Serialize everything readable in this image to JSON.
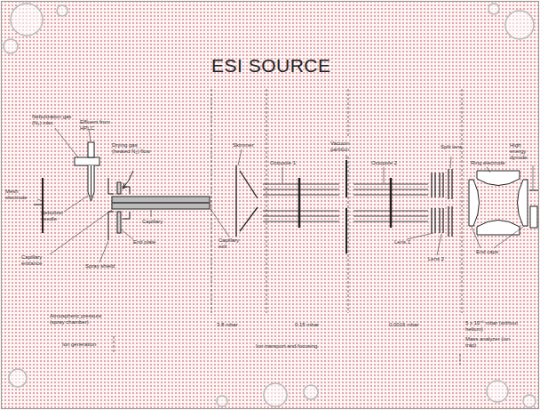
{
  "diagram": {
    "title": "ESI SOURCE",
    "labels": [
      "Nebulization gas (N₂) inlet",
      "Effluent from HPLC",
      "Drying gas (heated N₂) flow",
      "Mesh electrode",
      "Nebulizer needle",
      "Capillary",
      "Capillary entrance",
      "End plate",
      "Spray shield",
      "Skimmer",
      "Capillary exit",
      "Octopole 1",
      "Vacuum partition",
      "Octopole 2",
      "Split lens",
      "Ring electrode",
      "High energy dynode",
      "End caps",
      "Lens 1",
      "Lens 2",
      "Atmospheric pressure (spray chamber)",
      "3.8 mbar",
      "0.15 mbar",
      "0.0016 mbar",
      "5 x 10⁻⁶ mbar (without helium)",
      "Ion generation",
      "Ion transport and focusing",
      "Mass analyzer (ion trap)"
    ]
  }
}
